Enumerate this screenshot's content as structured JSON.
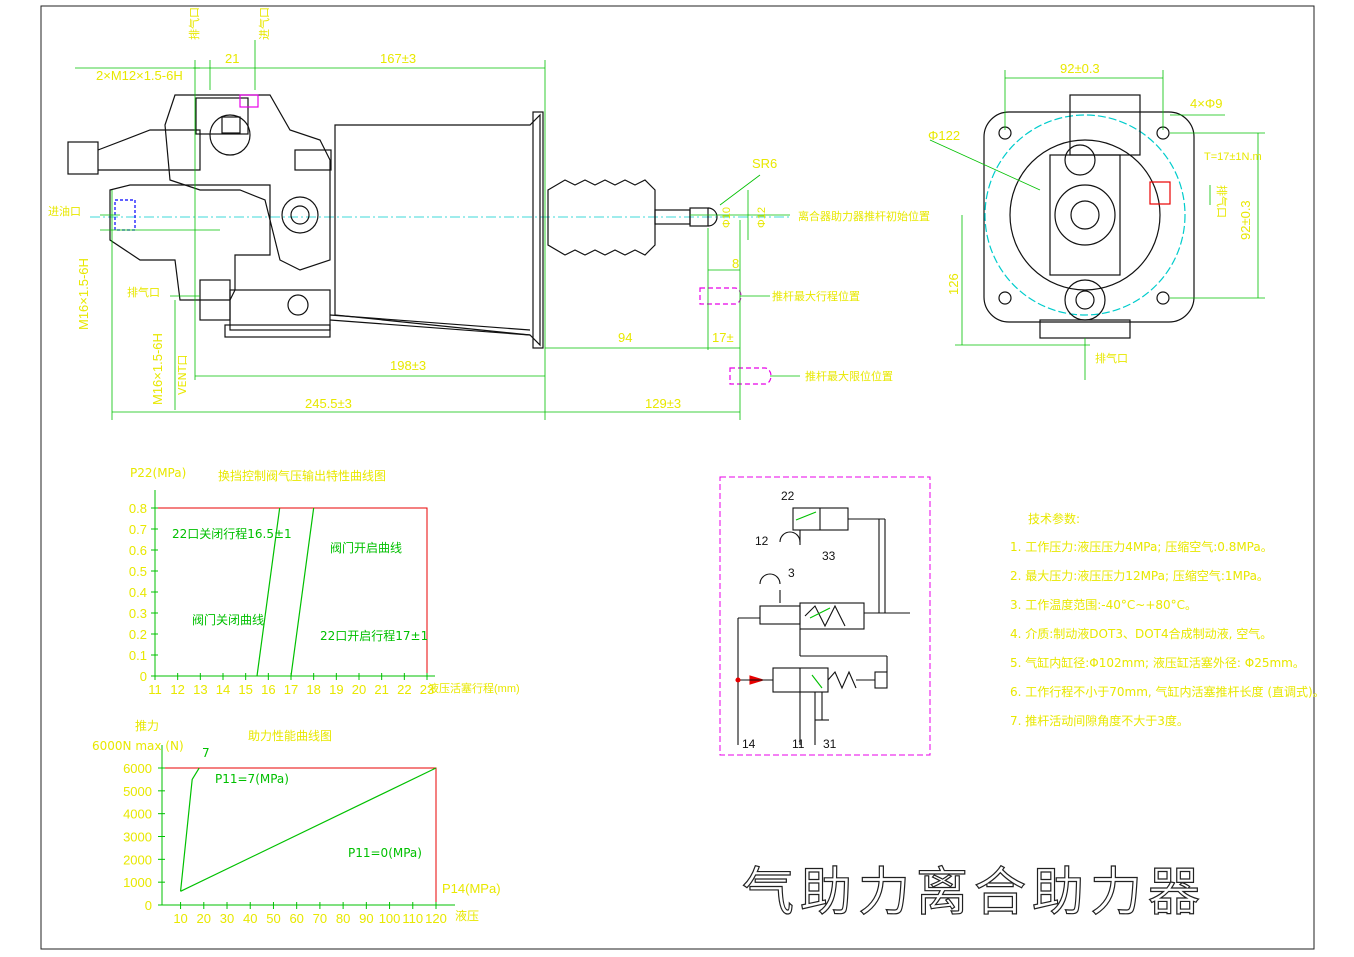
{
  "title": "气助力离合助力器",
  "main_view": {
    "dims": {
      "ports_top": "2×M12×1.5-6H",
      "d21": "21",
      "d167": "167±3",
      "d198": "198±3",
      "d2455": "245.5±3",
      "d129": "129±3",
      "d94": "94",
      "d17": "17±",
      "d8": "8",
      "sr6": "SR6",
      "m16a": "M16×1.5-6H",
      "m16b": "M16×1.5-6H",
      "phi12": "Φ12",
      "phi10": "Φ10"
    },
    "labels": {
      "exhaust_top": "排气口",
      "intake_top": "进气口",
      "oil_in": "进油口",
      "exhaust_left": "排气口",
      "vent": "VENT口",
      "pos1": "离合器助力器推杆初始位置",
      "pos2": "推杆最大行程位置",
      "pos3": "推杆最大限位位置"
    }
  },
  "side_view": {
    "d92a": "92±0.3",
    "d92b": "92±0.3",
    "holes": "4×Φ9",
    "phi122": "Φ122",
    "d126": "126",
    "torque": "T=17±1N.m",
    "exhaust": "排气口",
    "vent": "排气口"
  },
  "schematic": {
    "p22": "22",
    "p12": "12",
    "p33": "33",
    "p3": "3",
    "p14": "14",
    "p11": "11",
    "p31": "31"
  },
  "tech_notes": {
    "heading": "技术参数:",
    "items": [
      "1. 工作压力:液压压力4MPa; 压缩空气:0.8MPa。",
      "2. 最大压力:液压压力12MPa; 压缩空气:1MPa。",
      "3. 工作温度范围:-40°C~+80°C。",
      "4. 介质:制动液DOT3、DOT4合成制动液, 空气。",
      "5. 气缸内缸径:Φ102mm; 液压缸活塞外径: Φ25mm。",
      "6. 工作行程不小于70mm, 气缸内活塞推杆长度 (直调式)。",
      "7. 推杆活动间隙角度不大于3度。"
    ]
  },
  "chart_data": [
    {
      "type": "line",
      "title": "换挡控制阀气压输出特性曲线图",
      "ylabel": "P22(MPa)",
      "xlabel": "液压活塞行程(mm)",
      "x_ticks": [
        11,
        12,
        13,
        14,
        15,
        16,
        17,
        18,
        19,
        20,
        21,
        22,
        23
      ],
      "y_ticks": [
        0,
        0.1,
        0.2,
        0.3,
        0.4,
        0.5,
        0.6,
        0.7,
        0.8
      ],
      "xlim": [
        11,
        23
      ],
      "ylim": [
        0,
        0.8
      ],
      "series": [
        {
          "name": "阀门关闭曲线",
          "x": [
            15.5,
            16.5
          ],
          "y": [
            0,
            0.8
          ]
        },
        {
          "name": "阀门开启曲线",
          "x": [
            17,
            18
          ],
          "y": [
            0,
            0.8
          ]
        }
      ],
      "annotations": [
        "22口关闭行程16.5±1",
        "22口开启行程17±1",
        "阀门关闭曲线",
        "阀门开启曲线"
      ]
    },
    {
      "type": "line",
      "title": "助力性能曲线图",
      "ylabel": "推力",
      "ylabel2": "6000N max (N)",
      "xlabel": "P14(MPa)",
      "xlabel2": "液压",
      "x_ticks": [
        10,
        20,
        30,
        40,
        50,
        60,
        70,
        80,
        90,
        100,
        110,
        120
      ],
      "y_ticks": [
        0,
        1000,
        2000,
        3000,
        4000,
        5000,
        6000
      ],
      "xlim": [
        2,
        120
      ],
      "ylim": [
        0,
        6000
      ],
      "series": [
        {
          "name": "P11=7(MPa)",
          "x": [
            10,
            15,
            18
          ],
          "y": [
            600,
            5500,
            6000
          ]
        },
        {
          "name": "P11=0(MPa)",
          "x": [
            10,
            120
          ],
          "y": [
            600,
            6000
          ]
        }
      ],
      "annotations": [
        "P11=7(MPa)",
        "P11=0(MPa)",
        "7"
      ]
    }
  ]
}
